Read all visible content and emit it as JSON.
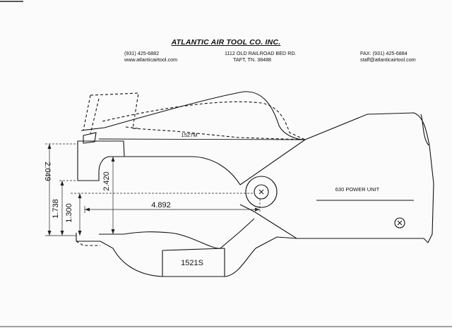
{
  "header": {
    "company": "ATLANTIC AIR TOOL CO. INC.",
    "phone": "(931)  425-6882",
    "website": "www.atlanticairtool.com",
    "address_line1": "1112 OLD RAILROAD BED RD.",
    "address_line2": "TAFT, TN.  38488",
    "fax": "FAX: (931)  425-6884",
    "email": "staff@atlanticairtool.com"
  },
  "drawing": {
    "jaw_part": "1527M",
    "lower_part": "1521S",
    "power_unit": "630 POWER UNIT",
    "dimensions": {
      "d_2049": "2.049",
      "d_1738": "1.738",
      "d_1300": "1.300",
      "d_2420": "2.420",
      "d_4892": "4.892"
    }
  }
}
